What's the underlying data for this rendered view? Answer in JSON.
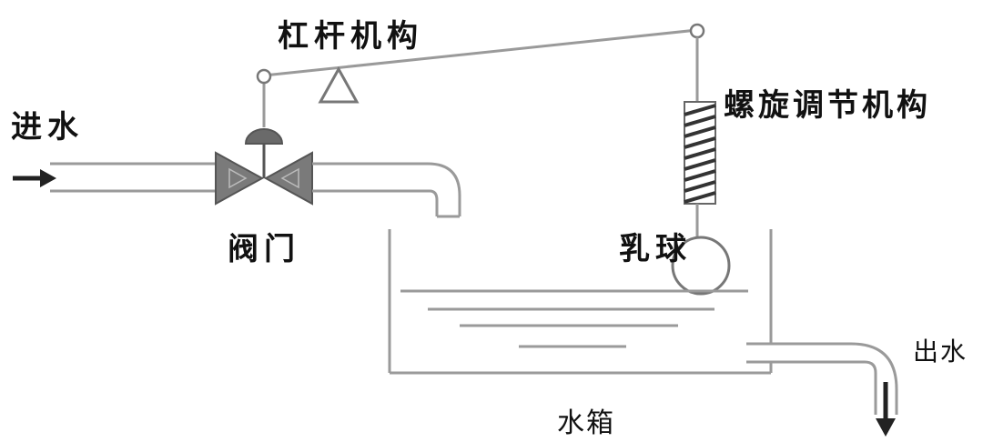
{
  "labels": {
    "lever_mechanism": "杠杆机构",
    "water_inlet": "进水",
    "screw_adjustment": "螺旋调节机构",
    "valve": "阀门",
    "float_ball": "乳球",
    "water_outlet": "出水",
    "water_tank": "水箱"
  },
  "colors": {
    "line": "#9a9a9a",
    "dark": "#333333",
    "valve_fill": "#777777",
    "arrow": "#222222",
    "background": "#ffffff"
  }
}
